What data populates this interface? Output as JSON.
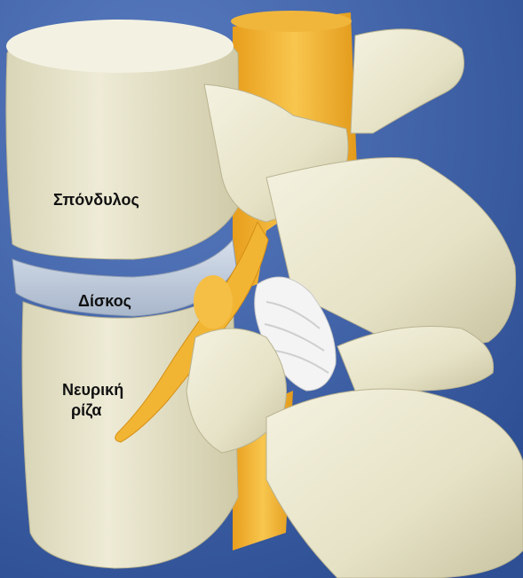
{
  "labels": {
    "vertebra": "Σπόνδυλος",
    "disc": "Δίσκος",
    "nerve_root_line1": "Νευρική",
    "nerve_root_line2": "ρίζα"
  },
  "colors": {
    "background": "#3f63a6",
    "bone": "#ebe8d2",
    "bone_shadow": "#c9c5a6",
    "disc": "#bcc8d8",
    "nerve": "#f2b533",
    "ligament": "#f4f4f4"
  }
}
